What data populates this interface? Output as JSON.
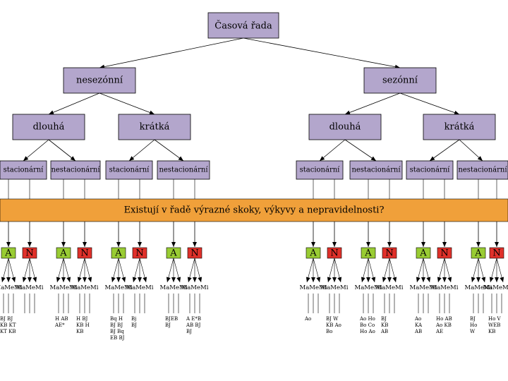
{
  "root": "Časová řada",
  "level1": [
    "nesezónní",
    "sezónní"
  ],
  "level2": [
    "dlouhá",
    "krátká",
    "dlouhá",
    "krátká"
  ],
  "level3": [
    "stacionární",
    "nestacionární",
    "stacionární",
    "nestacionární",
    "stacionární",
    "nestacionární",
    "stacionární",
    "nestacionární"
  ],
  "question": "Existují v řadě výrazné skoky, výkyvy a nepravidelnosti?",
  "answers": [
    "A",
    "N",
    "A",
    "N",
    "A",
    "N",
    "A",
    "N",
    "A",
    "N",
    "A",
    "N",
    "A",
    "N",
    "A",
    "N"
  ],
  "method_labels": [
    "MaMeMi",
    "MaMeMi",
    "MaMeMi",
    "MaMeMi",
    "MaMeMi",
    "MaMeMi",
    "MaMeMi",
    "MaMeMi",
    "MaMeMi",
    "MaMeMi",
    "MaMeMi",
    "MaMeMi",
    "MaMeMi",
    "MaMeMi",
    "MaMeMi",
    "MaMeMi"
  ],
  "codes": [
    [
      "BJ BJ",
      "KB KT",
      "KT KB"
    ],
    [
      "",
      "",
      ""
    ],
    [
      "H  AB",
      "   AE*",
      ""
    ],
    [
      "H  BJ",
      "KB H",
      "KB"
    ],
    [
      "Bq  H",
      "BJ  BJ",
      "BJ Bq",
      "EB BJ"
    ],
    [
      "Bj",
      "BJ"
    ],
    [
      "BJEB",
      "  BJ",
      ""
    ],
    [
      "A   E*B",
      "AB  BJ",
      "BJ"
    ],
    [
      "Ao"
    ],
    [
      "BJ  W",
      "KB Ao",
      "    Bo"
    ],
    [
      "Ao  Ho",
      "Bo  Co",
      "Ho  Ao"
    ],
    [
      "BJ",
      "KB",
      "AB"
    ],
    [
      "Ao",
      "KA",
      "AB"
    ],
    [
      "Ho  AB",
      "Ao  KB",
      "     AE"
    ],
    [
      "BJ",
      "Ho",
      "W"
    ],
    [
      "Ho  V",
      "  WEB",
      "KB"
    ]
  ],
  "colors": {
    "box": "#b3a6cc",
    "band": "#f0a03a",
    "answer_a": "#99cc33",
    "answer_n": "#e0302a"
  }
}
